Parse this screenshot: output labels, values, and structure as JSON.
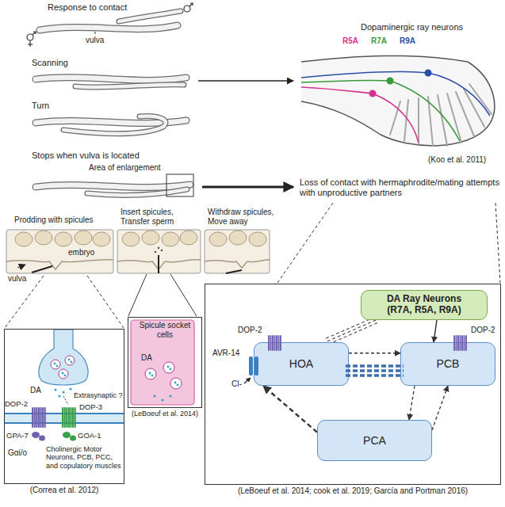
{
  "diagram": {
    "nodes": [
      {
        "text": [
          "(Correa et al. 2012)"
        ]
      },
      {
        "text": [
          "Spicule socket cells",
          "(LeBoeuf et al. 2014)"
        ]
      },
      {
        "text": [
          "(LeBoeuf et al. 2014; cook et al. 2019; García and Portman 2016)"
        ]
      },
      {
        "text": [
          "DA Ray Neurons (R7A, R5A, R9A)"
        ],
        "in": 2
      },
      {
        "text": [
          "HOA"
        ],
        "in": 2
      },
      {
        "text": [
          "PCB"
        ],
        "in": 2
      },
      {
        "text": [
          "PCA"
        ],
        "in": 2
      }
    ],
    "edges": [
      {
        "from": 3,
        "to": 4,
        "arrow": "none"
      },
      {
        "from": 3,
        "to": 5,
        "arrow": "to"
      },
      {
        "from": 4,
        "to": 5,
        "arrow": "to"
      },
      {
        "from": 6,
        "to": 4,
        "arrow": "to"
      },
      {
        "from": 5,
        "to": 6,
        "arrow": "to"
      },
      {
        "from": 6,
        "to": 5,
        "arrow": "to"
      }
    ],
    "labels": [
      "Response to contact",
      "vulva",
      "Scanning",
      "Turn",
      "Stops when vulva is located",
      "Area of enlargement",
      "Dopaminergic ray neurons",
      "R5A",
      "R7A",
      "R9A",
      "(Koo et al. 2011)",
      "Loss of contact with hermaphrodite/mating attempts with unproductive partners",
      "Prodding with spicules",
      "Insert spicules, Transfer sperm",
      "Withdraw spicules, Move away",
      "embryo",
      "vulva",
      "DA",
      "Extrasynaptic ?",
      "DOP-2",
      "DOP-3",
      "GPA-7",
      "GOA-1",
      "Gαi/o",
      "Cholinergic Motor Neurons, PCB, PCC, and copulatory muscles",
      "DA",
      "DOP-2",
      "AVR-14",
      "Cl-",
      "DOP-2"
    ]
  }
}
